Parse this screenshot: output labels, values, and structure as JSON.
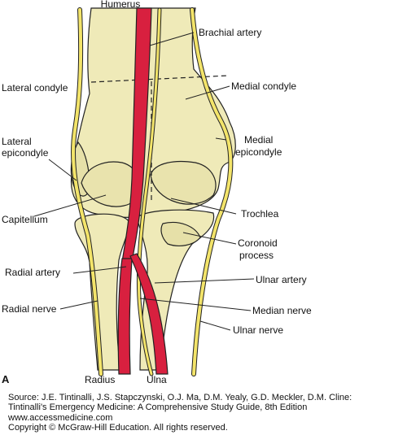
{
  "figure": {
    "panel_letter": "A",
    "labels": {
      "humerus": "Humerus",
      "brachial_artery": "Brachial artery",
      "lateral_condyle": "Lateral condyle",
      "medial_condyle": "Medial condyle",
      "lateral_epicondyle_1": "Lateral",
      "lateral_epicondyle_2": "epicondyle",
      "medial_epicondyle_1": "Medial",
      "medial_epicondyle_2": "epicondyle",
      "capitellum": "Capitellum",
      "trochlea": "Trochlea",
      "coronoid_1": "Coronoid",
      "coronoid_2": "process",
      "radial_artery": "Radial artery",
      "ulnar_artery": "Ulnar artery",
      "radial_nerve": "Radial nerve",
      "median_nerve": "Median nerve",
      "ulnar_nerve": "Ulnar nerve",
      "radius": "Radius",
      "ulna": "Ulna"
    },
    "colors": {
      "bone": "#efeab8",
      "bone_shade": "#d9d39a",
      "outline": "#222222",
      "artery": "#d8203f",
      "nerve": "#f3e46a"
    }
  },
  "caption": {
    "line1": "Source: J.E. Tintinalli, J.S. Stapczynski, O.J. Ma, D.M. Yealy, G.D. Meckler, D.M. Cline:",
    "line2": "Tintinalli's Emergency Medicine: A Comprehensive Study Guide, 8th Edition",
    "line3": "www.accessmedicine.com",
    "line4": "Copyright © McGraw-Hill Education.  All rights reserved."
  }
}
